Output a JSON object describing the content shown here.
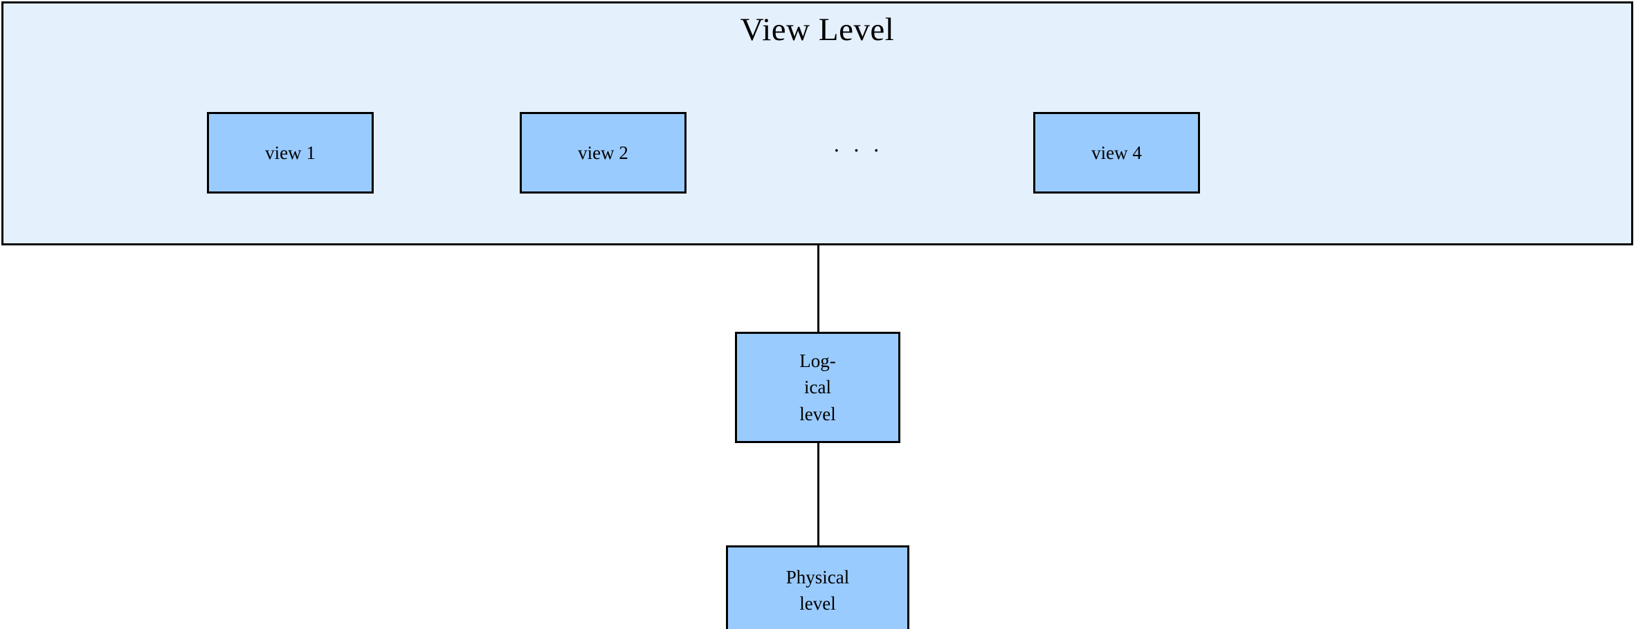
{
  "diagram": {
    "title": "View Level Diagram",
    "colors": {
      "panel_fill": "#e4f0fb",
      "node_fill": "#9acbfe",
      "stroke": "#000000",
      "background": "#ffffff"
    },
    "view_level": {
      "title": "View Level",
      "views": [
        {
          "label": "view 1"
        },
        {
          "label": "view 2"
        },
        {
          "label": "view 4"
        }
      ],
      "ellipsis": "· · ·"
    },
    "logical_level": {
      "label": "Log-\nical\nlevel"
    },
    "physical_level": {
      "label": "Physical\nlevel"
    },
    "connectors": [
      {
        "name": "view-to-logical"
      },
      {
        "name": "logical-to-physical"
      }
    ]
  }
}
